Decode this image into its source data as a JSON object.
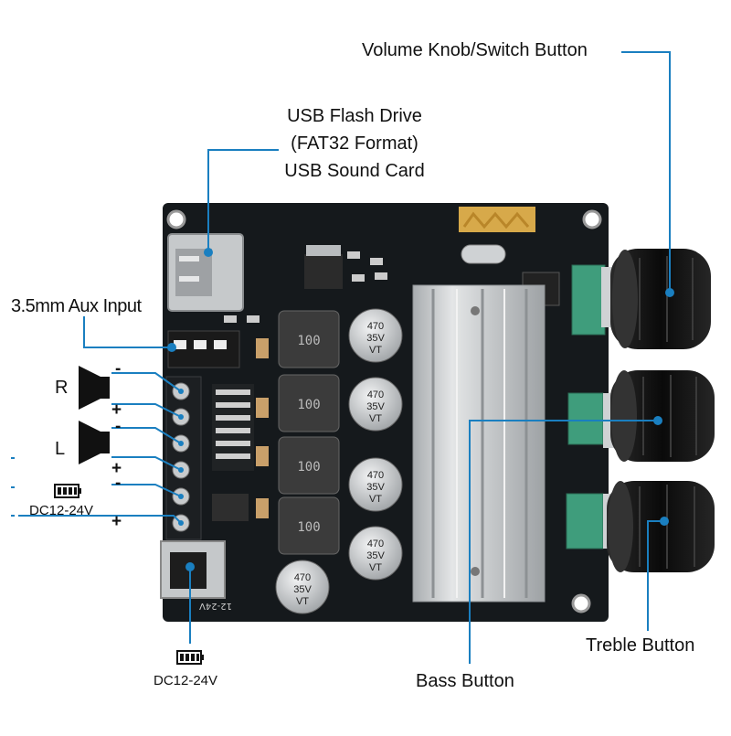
{
  "labels": {
    "volume": "Volume Knob/Switch Button",
    "usb_line1": "USB Flash Drive",
    "usb_line2": "(FAT32 Format)",
    "usb_line3": "USB Sound Card",
    "aux": "3.5mm Aux Input",
    "right": "R",
    "left": "L",
    "minus": "-",
    "plus": "+",
    "dc_side": "DC12-24V",
    "dc_bottom": "DC12-24V",
    "bass": "Bass Button",
    "treble": "Treble Button"
  },
  "pcb_text": {
    "cap_value": "470",
    "cap_voltage": "35V",
    "cap_series": "VT",
    "inductor": "100",
    "silk_voltage": "12-24V"
  },
  "colors": {
    "pcb": "#15191c",
    "leader": "#1a7fc0",
    "heatsink": "#c9ccce",
    "knob": "#111111",
    "pot_green": "#3f9d7c",
    "terminal_green": "#2f8a6a"
  }
}
